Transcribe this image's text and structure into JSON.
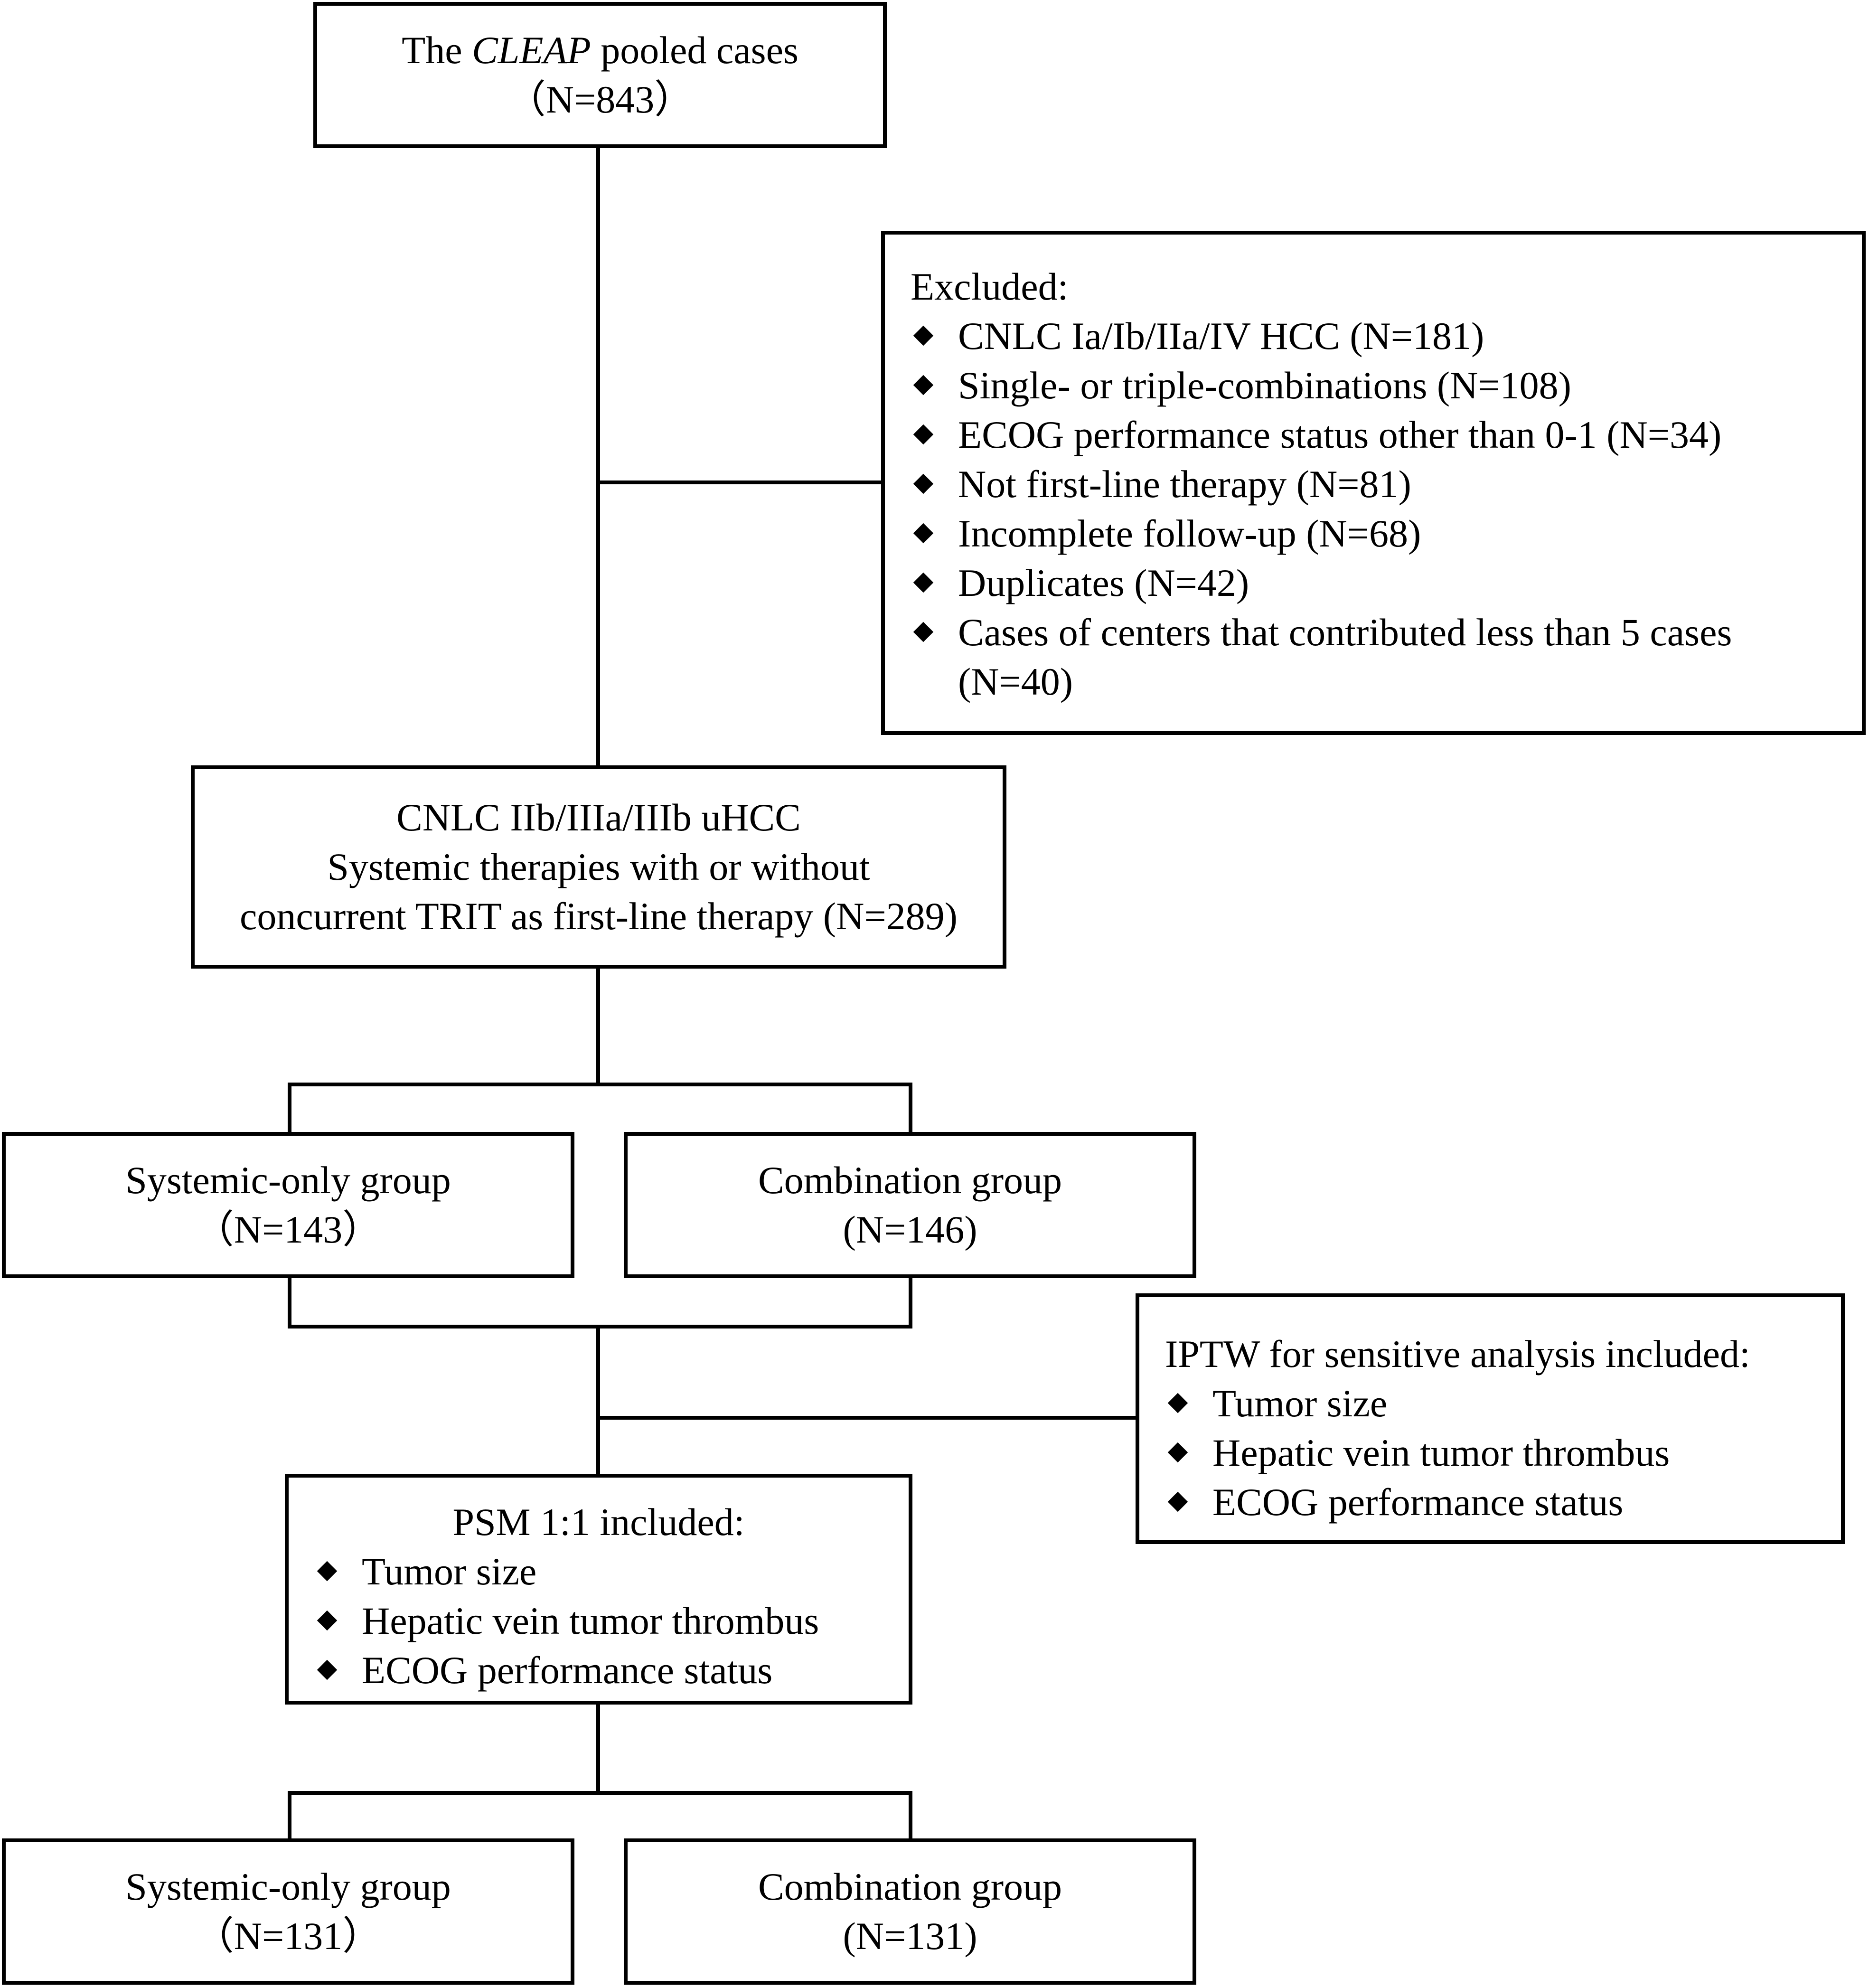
{
  "top_box": {
    "line1_pre": "The ",
    "line1_italic": "CLEAP",
    "line1_post": " pooled cases",
    "line2": "（N=843）"
  },
  "excluded_box": {
    "heading": "Excluded:",
    "items": [
      "CNLC Ia/Ib/IIa/IV HCC (N=181)",
      "Single- or triple-combinations (N=108)",
      "ECOG performance status other than 0-1 (N=34)",
      "Not first-line therapy (N=81)",
      "Incomplete follow-up (N=68)",
      "Duplicates (N=42)",
      "Cases of centers that contributed less than 5 cases"
    ],
    "item7_line2": "(N=40)"
  },
  "middle_box": {
    "line1": "CNLC IIb/IIIa/IIIb uHCC",
    "line2": "Systemic therapies with or without",
    "line3": "concurrent TRIT as first-line therapy (N=289)"
  },
  "group1": {
    "systemic": {
      "label": "Systemic-only group",
      "n": "（N=143）"
    },
    "combination": {
      "label": "Combination group",
      "n": "(N=146)"
    }
  },
  "iptw_box": {
    "heading": "IPTW for sensitive analysis included:",
    "items": [
      "Tumor size",
      "Hepatic vein tumor thrombus",
      "ECOG performance status"
    ]
  },
  "psm_box": {
    "heading": "PSM 1:1 included:",
    "items": [
      "Tumor size",
      "Hepatic vein tumor thrombus",
      "ECOG performance status"
    ]
  },
  "group2": {
    "systemic": {
      "label": "Systemic-only group",
      "n": "（N=131）"
    },
    "combination": {
      "label": "Combination group",
      "n": "(N=131)"
    }
  }
}
